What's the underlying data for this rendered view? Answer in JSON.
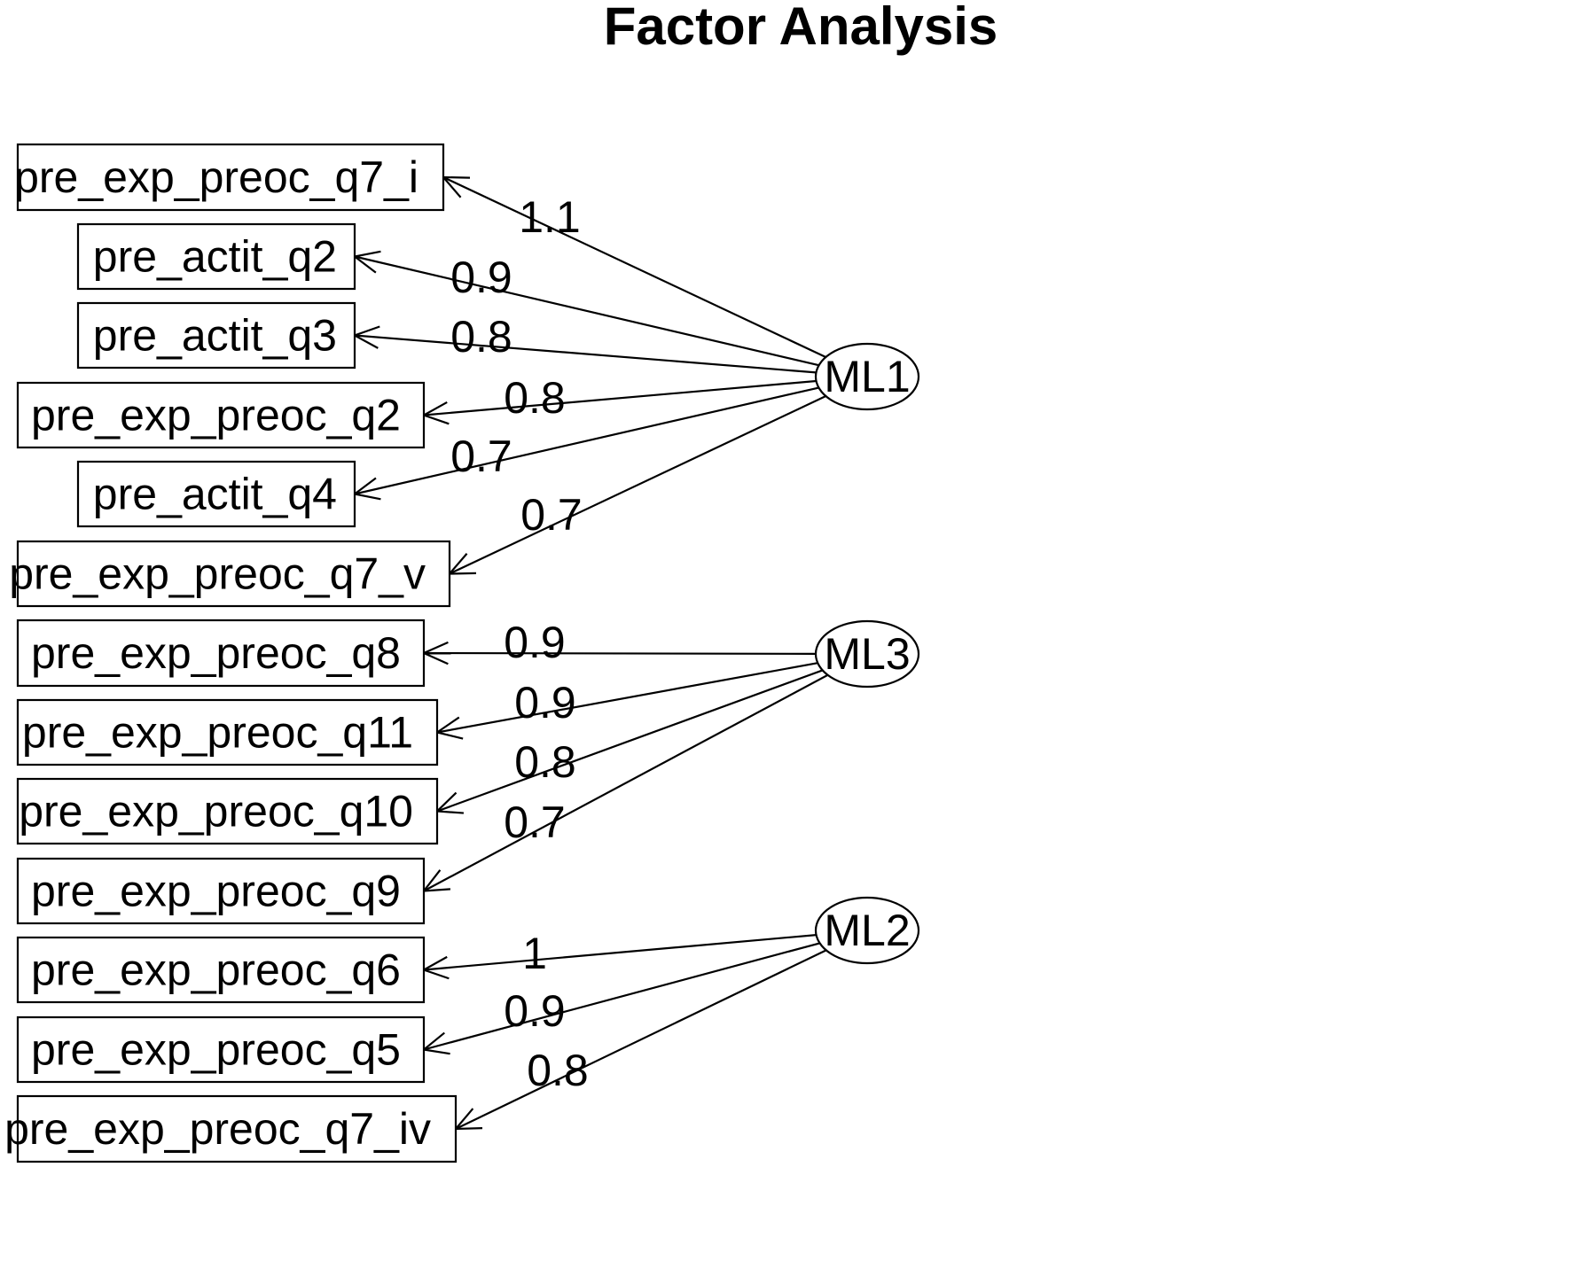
{
  "title": "Factor Analysis",
  "factors": [
    {
      "id": "ML1",
      "label": "ML1"
    },
    {
      "id": "ML3",
      "label": "ML3"
    },
    {
      "id": "ML2",
      "label": "ML2"
    }
  ],
  "variables": [
    {
      "id": "v1",
      "label": "pre_exp_preoc_q7_i"
    },
    {
      "id": "v2",
      "label": "pre_actit_q2"
    },
    {
      "id": "v3",
      "label": "pre_actit_q3"
    },
    {
      "id": "v4",
      "label": "pre_exp_preoc_q2"
    },
    {
      "id": "v5",
      "label": "pre_actit_q4"
    },
    {
      "id": "v6",
      "label": "pre_exp_preoc_q7_v"
    },
    {
      "id": "v7",
      "label": "pre_exp_preoc_q8"
    },
    {
      "id": "v8",
      "label": "pre_exp_preoc_q11"
    },
    {
      "id": "v9",
      "label": "pre_exp_preoc_q10"
    },
    {
      "id": "v10",
      "label": "pre_exp_preoc_q9"
    },
    {
      "id": "v11",
      "label": "pre_exp_preoc_q6"
    },
    {
      "id": "v12",
      "label": "pre_exp_preoc_q5"
    },
    {
      "id": "v13",
      "label": "pre_exp_preoc_q7_iv"
    }
  ],
  "loadings": [
    {
      "factor": "ML1",
      "variable": "v1",
      "label": "1.1"
    },
    {
      "factor": "ML1",
      "variable": "v2",
      "label": "0.9"
    },
    {
      "factor": "ML1",
      "variable": "v3",
      "label": "0.8"
    },
    {
      "factor": "ML1",
      "variable": "v4",
      "label": "0.8"
    },
    {
      "factor": "ML1",
      "variable": "v5",
      "label": "0.7"
    },
    {
      "factor": "ML1",
      "variable": "v6",
      "label": "0.7"
    },
    {
      "factor": "ML3",
      "variable": "v7",
      "label": "0.9"
    },
    {
      "factor": "ML3",
      "variable": "v8",
      "label": "0.9"
    },
    {
      "factor": "ML3",
      "variable": "v9",
      "label": "0.8"
    },
    {
      "factor": "ML3",
      "variable": "v10",
      "label": "0.7"
    },
    {
      "factor": "ML2",
      "variable": "v11",
      "label": "1"
    },
    {
      "factor": "ML2",
      "variable": "v12",
      "label": "0.9"
    },
    {
      "factor": "ML2",
      "variable": "v13",
      "label": "0.8"
    }
  ]
}
